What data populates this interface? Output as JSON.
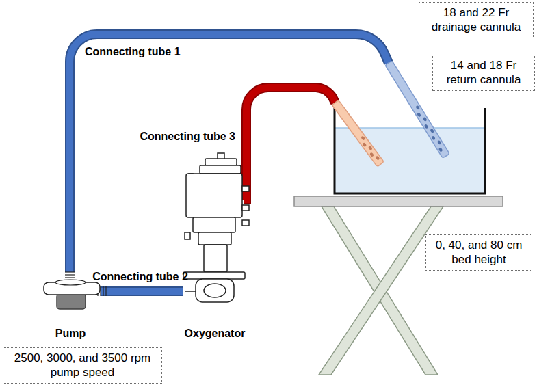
{
  "diagram": {
    "nodes": [
      {
        "text": [
          "18 and 22 Fr drainage cannula"
        ]
      },
      {
        "text": [
          "14 and 18 Fr return cannula"
        ]
      },
      {
        "text": [
          "0, 40, and 80 cm bed height"
        ]
      },
      {
        "text": [
          "2500, 3000, and 3500 rpm pump speed"
        ]
      }
    ],
    "labels": [
      "Connecting tube 1",
      "Connecting tube 3",
      "Connecting tube 2",
      "Pump",
      "Oxygenator"
    ]
  }
}
